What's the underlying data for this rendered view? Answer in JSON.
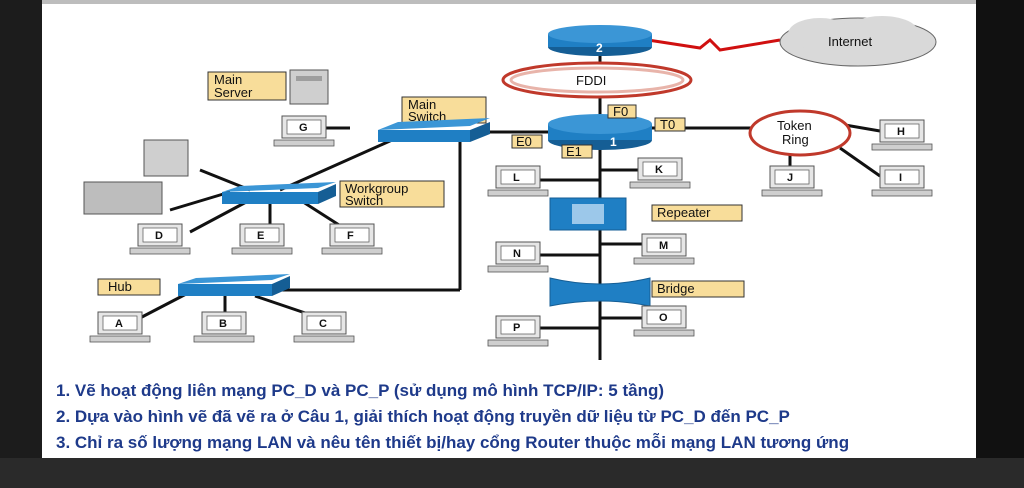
{
  "diagram": {
    "internet": "Internet",
    "fddi": "FDDI",
    "token_ring": [
      "Token",
      "Ring"
    ],
    "main_server": [
      "Main",
      "Server"
    ],
    "main_switch": [
      "Main",
      "Switch"
    ],
    "workgroup_switch": [
      "Workgroup",
      "Switch"
    ],
    "hub": "Hub",
    "repeater": "Repeater",
    "bridge": "Bridge",
    "router1_num": "1",
    "router2_num": "2",
    "ports": {
      "f0": "F0",
      "t0": "T0",
      "e0": "E0",
      "e1": "E1"
    },
    "pcs": {
      "a": "A",
      "b": "B",
      "c": "C",
      "d": "D",
      "e": "E",
      "f": "F",
      "g": "G",
      "h": "H",
      "i": "I",
      "j": "J",
      "k": "K",
      "l": "L",
      "m": "M",
      "n": "N",
      "o": "O",
      "p": "P"
    }
  },
  "questions": [
    "1. Vẽ hoạt động liên mạng PC_D và PC_P (sử dụng mô hình TCP/IP: 5 tầng)",
    "2. Dựa vào hình vẽ đã vẽ ra ở Câu 1, giải thích hoạt động truyền dữ liệu từ PC_D đến PC_P",
    "3. Chỉ ra số lượng mạng LAN và nêu tên thiết bị/hay cổng Router thuộc mỗi mạng LAN tương ứng"
  ],
  "colors": {
    "device_blue": "#1f7fc4",
    "label_fill": "#f8dd9a",
    "question_text": "#1e3a8a",
    "fddi_ring": "#c0392b"
  }
}
